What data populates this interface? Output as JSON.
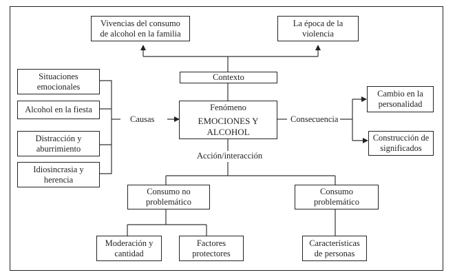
{
  "diagram": {
    "top_nodes": [
      {
        "id": "vivencias",
        "text": "Vivencias del consumo de alcohol en la familia"
      },
      {
        "id": "epoca",
        "text": "La época de la violencia"
      }
    ],
    "context": {
      "text": "Contexto"
    },
    "phenomenon": {
      "label": "Fenómeno",
      "title": "EMOCIONES Y ALCOHOL"
    },
    "causes": {
      "label": "Causas",
      "items": [
        {
          "text": "Situaciones emocionales"
        },
        {
          "text": "Alcohol en la fiesta"
        },
        {
          "text": "Distracción y aburrimiento"
        },
        {
          "text": "Idiosincrasia y herencia"
        }
      ]
    },
    "consequences": {
      "label": "Consecuencia",
      "items": [
        {
          "text": "Cambio en la personalidad"
        },
        {
          "text": "Construcción de significados"
        }
      ]
    },
    "action": {
      "label": "Acción/interacción",
      "branches": [
        {
          "text": "Consumo no problemático",
          "children": [
            {
              "text": "Moderación y cantidad"
            },
            {
              "text": "Factores protectores"
            }
          ]
        },
        {
          "text": "Consumo problemático",
          "children": [
            {
              "text": "Características de personas"
            }
          ]
        }
      ]
    }
  }
}
